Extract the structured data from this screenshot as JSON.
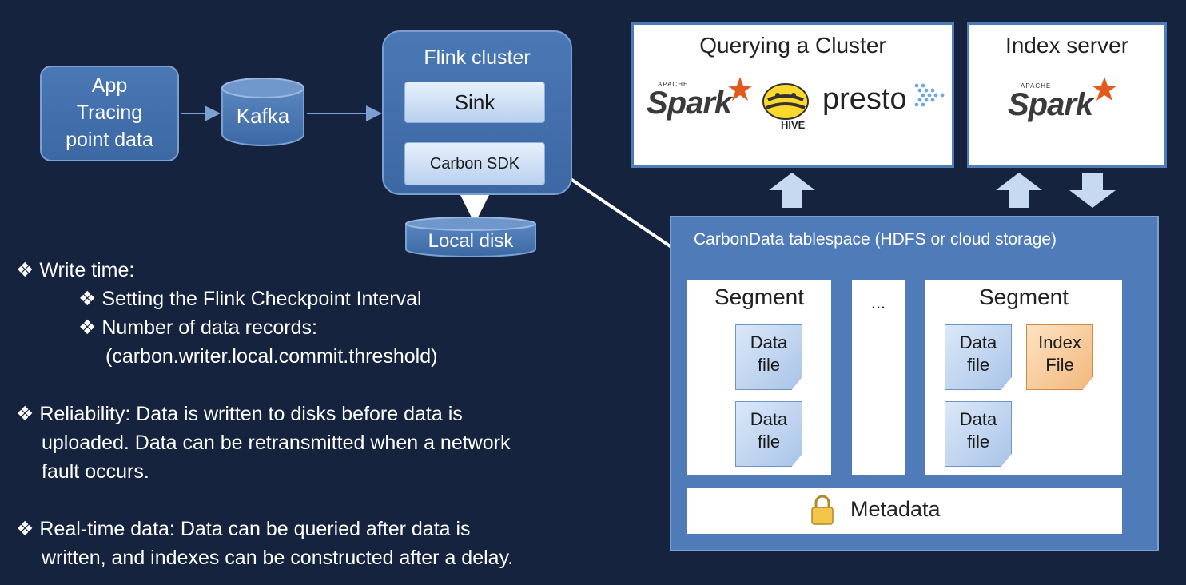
{
  "pipeline": {
    "app_box": "App\nTracing\npoint data",
    "kafka": "Kafka",
    "flink_title": "Flink cluster",
    "sink": "Sink",
    "carbon_sdk": "Carbon SDK",
    "local_disk": "Local disk"
  },
  "query_panel": {
    "title": "Querying a Cluster",
    "logos": [
      "Spark",
      "HIVE",
      "presto"
    ]
  },
  "index_panel": {
    "title": "Index server",
    "logo": "Spark"
  },
  "tablespace": {
    "title": "CarbonData tablespace (HDFS or cloud storage)",
    "segment_left": {
      "title": "Segment",
      "files": [
        "Data\nfile",
        "Data\nfile"
      ]
    },
    "ellipsis": "...",
    "segment_right": {
      "title": "Segment",
      "files": [
        "Data\nfile",
        "Data\nfile"
      ],
      "index_file": "Index\nFile"
    },
    "metadata": "Metadata"
  },
  "bullets": {
    "write_time": "Write time:",
    "checkpoint": "Setting the Flink Checkpoint Interval",
    "records": "Number of data records:",
    "records_param": "(carbon.writer.local.commit.threshold)",
    "reliability_1": "Reliability: Data is written to disks before data is",
    "reliability_2": "uploaded. Data can be retransmitted when a network",
    "reliability_3": "fault occurs.",
    "realtime_1": "Real-time data: Data can be queried after data is",
    "realtime_2": "written, and indexes can be constructed after a delay."
  },
  "colors": {
    "background": "#16233e",
    "accent_blue": "#4a78b4",
    "index_file": "#f2b77b"
  }
}
